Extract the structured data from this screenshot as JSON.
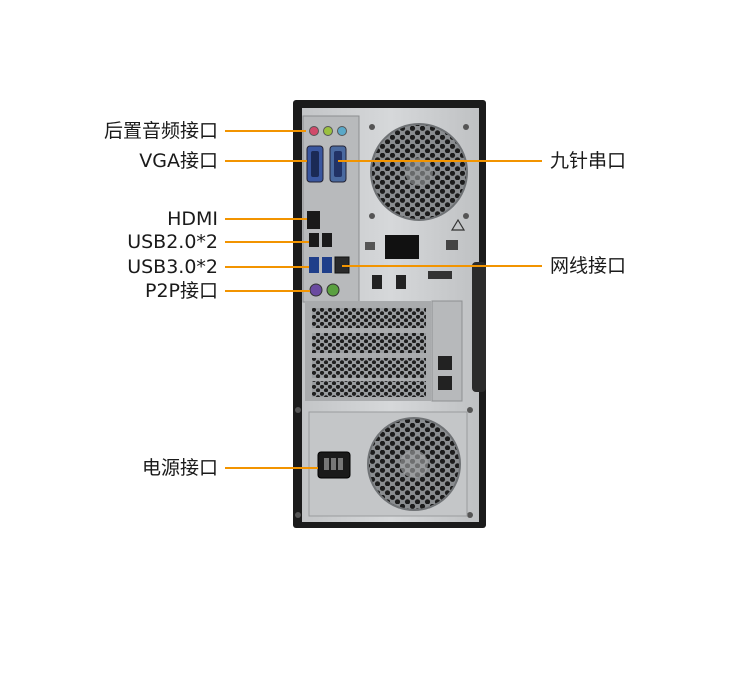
{
  "accent_color": "#f29400",
  "callouts": {
    "left": [
      {
        "key": "audio",
        "text": "后置音频接口"
      },
      {
        "key": "vga",
        "text": "VGA接口"
      },
      {
        "key": "hdmi",
        "text": "HDMI"
      },
      {
        "key": "usb2",
        "text": "USB2.0*2"
      },
      {
        "key": "usb3",
        "text": "USB3.0*2"
      },
      {
        "key": "p2p",
        "text": "P2P接口"
      },
      {
        "key": "power",
        "text": "电源接口"
      }
    ],
    "right": [
      {
        "key": "serial",
        "text": "九针串口"
      },
      {
        "key": "lan",
        "text": "网线接口"
      }
    ]
  }
}
